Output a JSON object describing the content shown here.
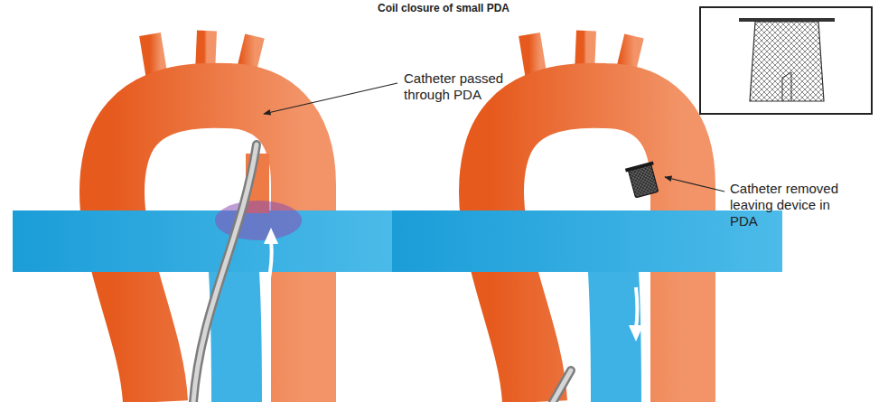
{
  "diagram": {
    "title": "Coil closure of small PDA",
    "labels": [
      "Catheter passed through PDA",
      "Catheter removed leaving device in PDA"
    ]
  }
}
